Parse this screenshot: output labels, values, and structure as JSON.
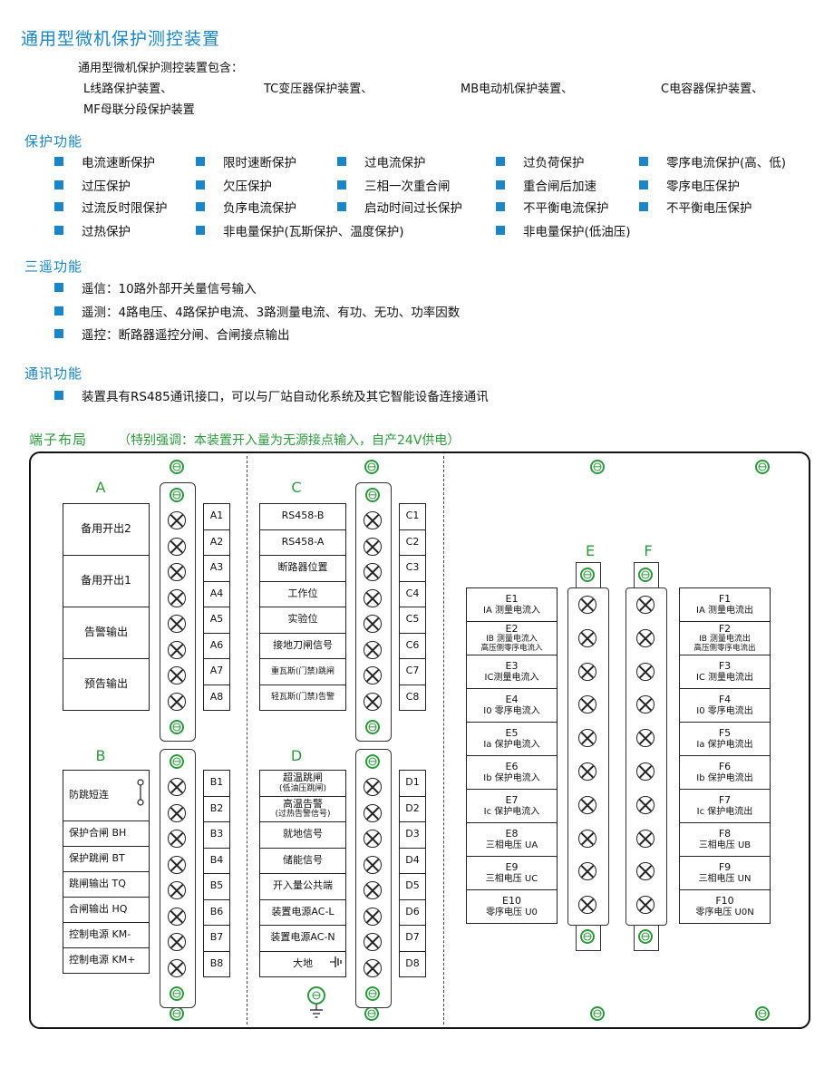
{
  "title": "通用型微机保护测控装置",
  "intro": {
    "lead": "通用型微机保护测控装置包含：",
    "items": [
      "L线路保护装置、",
      "TC变压器保护装置、",
      "MB电动机保护装置、",
      "C电容器保护装置、",
      "MF母联分段保护装置"
    ]
  },
  "protection": {
    "title": "保护功能",
    "items": [
      "电流速断保护",
      "限时速断保护",
      "过电流保护",
      "过负荷保护",
      "零序电流保护(高、低)",
      "过压保护",
      "欠压保护",
      "三相一次重合闸",
      "重合闸后加速",
      "零序电压保护",
      "过流反时限保护",
      "负序电流保护",
      "启动时间过长保护",
      "不平衡电流保护",
      "不平衡电压保护",
      "过热保护",
      "非电量保护(瓦斯保护、温度保护)",
      "非电量保护(低油压)"
    ]
  },
  "remote": {
    "title": "三遥功能",
    "items": [
      "遥信：10路外部开关量信号输入",
      "遥测：4路电压、4路保护电流、3路测量电流、有功、无功、功率因数",
      "遥控：断路器遥控分闸、合闸接点输出"
    ]
  },
  "comm": {
    "title": "通讯功能",
    "items": [
      "装置具有RS485通讯接口，可以与厂站自动化系统及其它智能设备连接通讯"
    ]
  },
  "terminal": {
    "title": "端子布局",
    "note": "（特别强调：本装置开入量为无源接点输入，自产24V供电）",
    "A": {
      "label": "A",
      "rows": [
        "备用开出2",
        "备用开出1",
        "告警输出",
        "预告输出"
      ],
      "codes": [
        "A1",
        "A2",
        "A3",
        "A4",
        "A5",
        "A6",
        "A7",
        "A8"
      ]
    },
    "B": {
      "label": "B",
      "rows": [
        "防跳短连",
        "保护合闸 BH",
        "保护跳闸 BT",
        "跳闸输出 TQ",
        "合闸输出 HQ",
        "控制电源 KM-",
        "控制电源 KM+"
      ],
      "codes": [
        "B1",
        "B2",
        "B3",
        "B4",
        "B5",
        "B6",
        "B7",
        "B8"
      ]
    },
    "C": {
      "label": "C",
      "rows": [
        "RS458-B",
        "RS458-A",
        "断路器位置",
        "工作位",
        "实验位",
        "接地刀闸信号",
        "重瓦斯(门禁)跳闸",
        "轻瓦斯(门禁)告警"
      ],
      "codes": [
        "C1",
        "C2",
        "C3",
        "C4",
        "C5",
        "C6",
        "C7",
        "C8"
      ]
    },
    "D": {
      "label": "D",
      "rows": [
        "超温跳闸",
        "(低油压跳闸)",
        "高温告警",
        "(过热告警信号)",
        "就地信号",
        "储能信号",
        "开入量公共端",
        "装置电源AC-L",
        "装置电源AC-N",
        "大地"
      ],
      "codes": [
        "D1",
        "D2",
        "D3",
        "D4",
        "D5",
        "D6",
        "D7",
        "D8"
      ]
    },
    "E": {
      "label": "E",
      "rows": [
        {
          "code": "E1",
          "text": "IA 测量电流入"
        },
        {
          "code": "E2",
          "text": "IB 测量电流入",
          "sub": "高压侧零序电流入"
        },
        {
          "code": "E3",
          "text": "IC测量电流入"
        },
        {
          "code": "E4",
          "text": "I0 零序电流入"
        },
        {
          "code": "E5",
          "text": "Ia 保护电流入"
        },
        {
          "code": "E6",
          "text": "Ib 保护电流入"
        },
        {
          "code": "E7",
          "text": "Ic 保护电流入"
        },
        {
          "code": "E8",
          "text": "三相电压 UA"
        },
        {
          "code": "E9",
          "text": "三相电压 UC"
        },
        {
          "code": "E10",
          "text": "零序电压 U0"
        }
      ]
    },
    "F": {
      "label": "F",
      "rows": [
        {
          "code": "F1",
          "text": "IA 测量电流出"
        },
        {
          "code": "F2",
          "text": "IB 测量电流出",
          "sub": "高压侧零序电流出"
        },
        {
          "code": "F3",
          "text": "IC 测量电流出"
        },
        {
          "code": "F4",
          "text": "I0 零序电流出"
        },
        {
          "code": "F5",
          "text": "Ia 保护电流出"
        },
        {
          "code": "F6",
          "text": "Ib 保护电流出"
        },
        {
          "code": "F7",
          "text": "Ic 保护电流出"
        },
        {
          "code": "F8",
          "text": "三相电压 UB"
        },
        {
          "code": "F9",
          "text": "三相电压 UN"
        },
        {
          "code": "F10",
          "text": "零序电压 U0N"
        }
      ]
    }
  },
  "icons": {
    "screw": "screw-terminal-icon",
    "ground": "ground-screw-icon",
    "switch": "link-switch-icon",
    "earth": "earth-symbol-icon"
  },
  "colors": {
    "heading": "#1a86c8",
    "bullet": "#1a86c8",
    "ground": "#2c9a3c",
    "line": "#222222"
  }
}
